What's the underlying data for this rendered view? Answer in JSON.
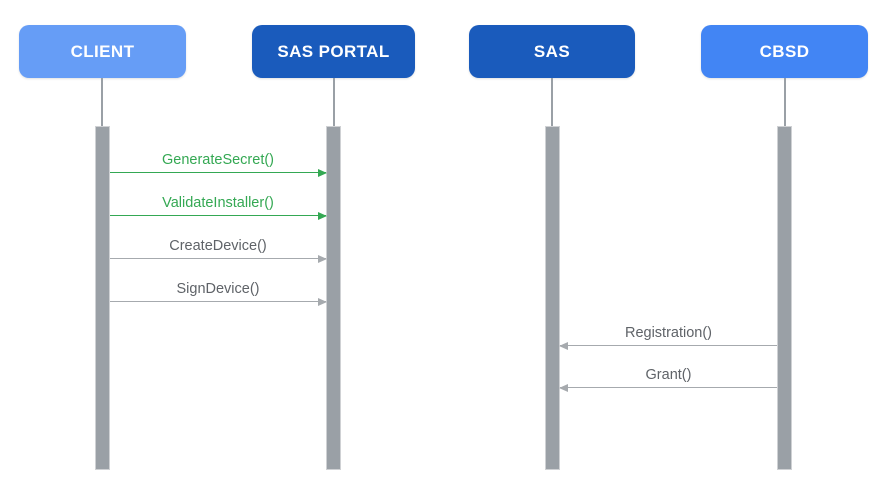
{
  "diagram": {
    "type": "sequence-diagram",
    "actors": [
      {
        "id": "client",
        "label": "CLIENT",
        "color": "#669DF6"
      },
      {
        "id": "sas-portal",
        "label": "SAS PORTAL",
        "color": "#1A5BBC"
      },
      {
        "id": "sas",
        "label": "SAS",
        "color": "#1A5BBC"
      },
      {
        "id": "cbsd",
        "label": "CBSD",
        "color": "#4285F4"
      }
    ],
    "messages": [
      {
        "label": "GenerateSecret()",
        "from": "CLIENT",
        "to": "SAS PORTAL",
        "direction": "right",
        "line_color": "#34A853",
        "text_color": "#34A853"
      },
      {
        "label": "ValidateInstaller()",
        "from": "CLIENT",
        "to": "SAS PORTAL",
        "direction": "right",
        "line_color": "#34A853",
        "text_color": "#34A853"
      },
      {
        "label": "CreateDevice()",
        "from": "CLIENT",
        "to": "SAS PORTAL",
        "direction": "right",
        "line_color": "#A6AAAE",
        "text_color": "#5F6368"
      },
      {
        "label": "SignDevice()",
        "from": "CLIENT",
        "to": "SAS PORTAL",
        "direction": "right",
        "line_color": "#A6AAAE",
        "text_color": "#5F6368"
      },
      {
        "label": "Registration()",
        "from": "CBSD",
        "to": "SAS",
        "direction": "left",
        "line_color": "#A6AAAE",
        "text_color": "#5F6368"
      },
      {
        "label": "Grant()",
        "from": "CBSD",
        "to": "SAS",
        "direction": "left",
        "line_color": "#A6AAAE",
        "text_color": "#5F6368"
      }
    ],
    "colors": {
      "green": "#34A853",
      "gray_text": "#5F6368",
      "gray_line": "#A6AAAE",
      "lifeline": "#9AA0A6",
      "activation_bar": "#9AA0A6",
      "actor_light_blue": "#669DF6",
      "actor_dark_blue": "#1A5BBC",
      "actor_medium_blue": "#4285F4"
    }
  }
}
